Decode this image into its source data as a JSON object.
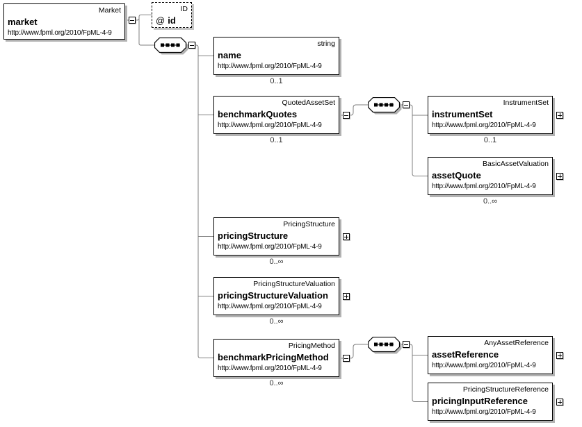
{
  "colors": {
    "background": "#ffffff",
    "box_border": "#000000",
    "box_shadow": "#b2b2b2",
    "connector_line": "#7f7f7f",
    "text": "#000000"
  },
  "icons": {
    "sequence_icon": "octagon-with-dotted-bar (xs:sequence)",
    "collapse_icon": "−",
    "expand_icon": "+"
  },
  "nodes": {
    "market": {
      "type": "Market",
      "label": "market",
      "ns": "http://www.fpml.org/2010/FpML-4-9"
    },
    "id_attribute": {
      "type": "ID",
      "prefix": "@",
      "label": "id"
    },
    "name": {
      "type": "string",
      "label": "name",
      "ns": "http://www.fpml.org/2010/FpML-4-9",
      "card": "0..1"
    },
    "benchmarkQuotes": {
      "type": "QuotedAssetSet",
      "label": "benchmarkQuotes",
      "ns": "http://www.fpml.org/2010/FpML-4-9",
      "card": "0..1"
    },
    "instrumentSet": {
      "type": "InstrumentSet",
      "label": "instrumentSet",
      "ns": "http://www.fpml.org/2010/FpML-4-9",
      "card": "0..1"
    },
    "assetQuote": {
      "type": "BasicAssetValuation",
      "label": "assetQuote",
      "ns": "http://www.fpml.org/2010/FpML-4-9",
      "card": "0..∞"
    },
    "pricingStructure": {
      "type": "PricingStructure",
      "label": "pricingStructure",
      "ns": "http://www.fpml.org/2010/FpML-4-9",
      "card": "0..∞"
    },
    "pricingStructureValuation": {
      "type": "PricingStructureValuation",
      "label": "pricingStructureValuation",
      "ns": "http://www.fpml.org/2010/FpML-4-9",
      "card": "0..∞"
    },
    "benchmarkPricingMethod": {
      "type": "PricingMethod",
      "label": "benchmarkPricingMethod",
      "ns": "http://www.fpml.org/2010/FpML-4-9",
      "card": "0..∞"
    },
    "assetReference": {
      "type": "AnyAssetReference",
      "label": "assetReference",
      "ns": "http://www.fpml.org/2010/FpML-4-9"
    },
    "pricingInputReference": {
      "type": "PricingStructureReference",
      "label": "pricingInputReference",
      "ns": "http://www.fpml.org/2010/FpML-4-9"
    }
  }
}
